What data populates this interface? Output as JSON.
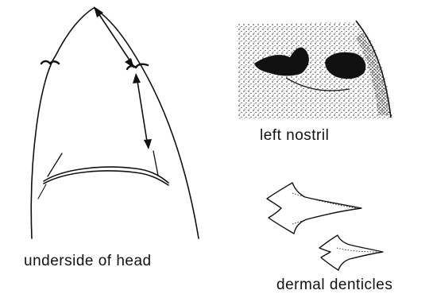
{
  "labels": {
    "underside_of_head": "underside of head",
    "left_nostril": "left nostril",
    "dermal_denticles": "dermal denticles"
  },
  "colors": {
    "ink": "#111111",
    "paper": "#ffffff"
  }
}
